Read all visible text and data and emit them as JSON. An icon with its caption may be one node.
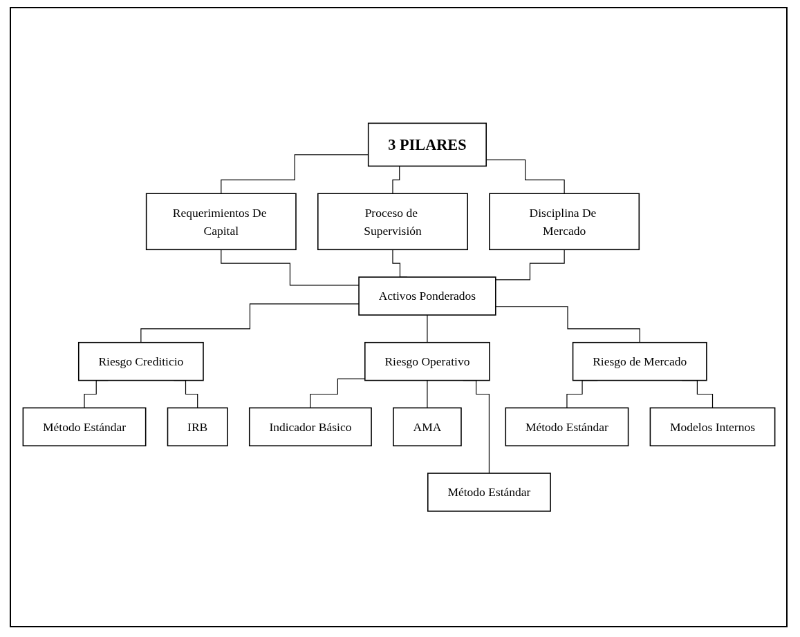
{
  "diagram": {
    "nodes": [
      {
        "text": [
          "3 PILARES"
        ]
      },
      {
        "text": [
          "Requerimientos De Capital"
        ]
      },
      {
        "text": [
          "Proceso de Supervisión"
        ]
      },
      {
        "text": [
          "Disciplina De Mercado"
        ]
      },
      {
        "text": [
          "Activos Ponderados"
        ]
      },
      {
        "text": [
          "Riesgo Crediticio"
        ]
      },
      {
        "text": [
          "Riesgo Operativo"
        ]
      },
      {
        "text": [
          "Riesgo de Mercado"
        ]
      },
      {
        "text": [
          "Método Estándar"
        ]
      },
      {
        "text": [
          "IRB"
        ]
      },
      {
        "text": [
          "Indicador Básico"
        ]
      },
      {
        "text": [
          "AMA"
        ]
      },
      {
        "text": [
          "Método Estándar"
        ]
      },
      {
        "text": [
          "Modelos Internos"
        ]
      },
      {
        "text": [
          "Método Estándar"
        ]
      }
    ],
    "edges": [
      {
        "from": 0,
        "to": 1,
        "arrow": "none"
      },
      {
        "from": 0,
        "to": 2,
        "arrow": "none"
      },
      {
        "from": 0,
        "to": 3,
        "arrow": "none"
      },
      {
        "from": 1,
        "to": 4,
        "arrow": "none"
      },
      {
        "from": 2,
        "to": 4,
        "arrow": "none"
      },
      {
        "from": 3,
        "to": 4,
        "arrow": "none"
      },
      {
        "from": 4,
        "to": 5,
        "arrow": "none"
      },
      {
        "from": 4,
        "to": 6,
        "arrow": "none"
      },
      {
        "from": 4,
        "to": 7,
        "arrow": "none"
      },
      {
        "from": 5,
        "to": 8,
        "arrow": "none"
      },
      {
        "from": 5,
        "to": 9,
        "arrow": "none"
      },
      {
        "from": 6,
        "to": 10,
        "arrow": "none"
      },
      {
        "from": 6,
        "to": 11,
        "arrow": "none"
      },
      {
        "from": 6,
        "to": 14,
        "arrow": "none"
      },
      {
        "from": 7,
        "to": 12,
        "arrow": "none"
      },
      {
        "from": 7,
        "to": 13,
        "arrow": "none"
      }
    ]
  }
}
